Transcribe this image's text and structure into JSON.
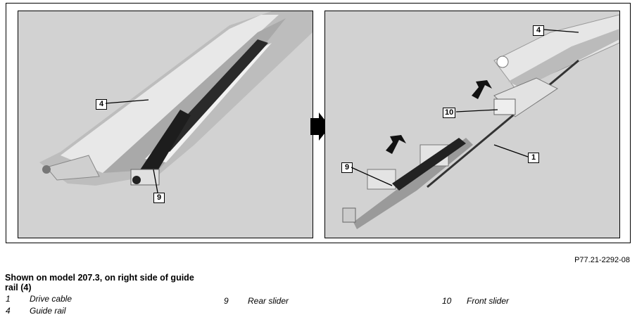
{
  "figure": {
    "left_panel": {
      "callouts": [
        "4",
        "9"
      ]
    },
    "right_panel": {
      "callouts": [
        "4",
        "10",
        "1",
        "9"
      ]
    },
    "reference": "P77.21-2292-08"
  },
  "caption": "Shown on model 207.3, on right side of guide rail (4)",
  "legend": [
    {
      "num": "1",
      "label": "Drive cable"
    },
    {
      "num": "4",
      "label": "Guide rail"
    },
    {
      "num": "9",
      "label": "Rear slider"
    },
    {
      "num": "10",
      "label": "Front slider"
    }
  ]
}
